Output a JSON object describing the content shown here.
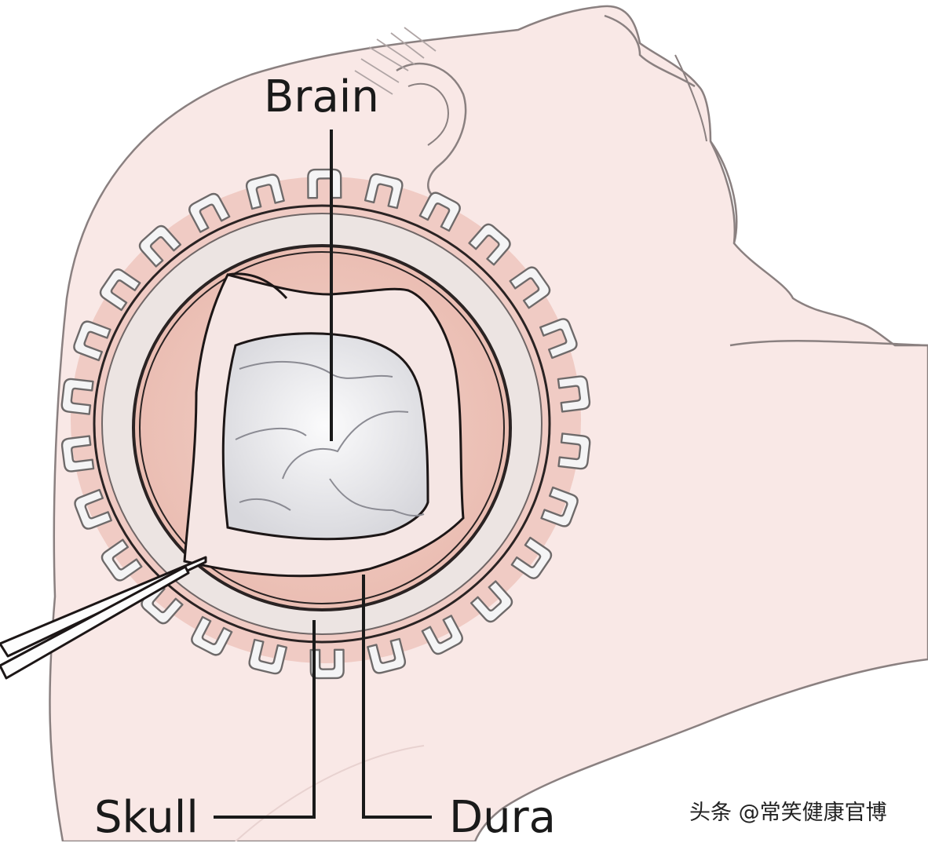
{
  "labels": {
    "brain": "Brain",
    "skull": "Skull",
    "dura": "Dura"
  },
  "watermark": "头条 @常笑健康官博",
  "corner_mark": "",
  "colors": {
    "skin": "#f8e6e4",
    "skin_outline": "#8a7f7f",
    "dura": "#f0c9c1",
    "bone": "#e9e2e0",
    "brain": "#ecebec",
    "clip": "#f3f3f3",
    "line": "#1a1a1a"
  },
  "icons": {
    "scalp_clip": "clip-icon",
    "forceps": "forceps-icon"
  }
}
